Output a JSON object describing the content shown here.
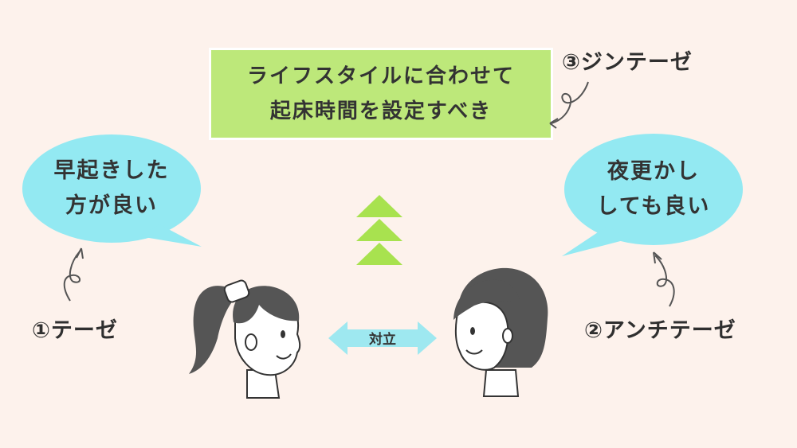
{
  "synthesis": {
    "line1": "ライフスタイルに合わせて",
    "line2": "起床時間を設定すべき",
    "label": "③ジンテーゼ"
  },
  "thesis": {
    "line1": "早起きした",
    "line2": "方が良い",
    "label": "①テーゼ"
  },
  "antithesis": {
    "line1": "夜更かし",
    "line2": "しても良い",
    "label": "②アンチテーゼ"
  },
  "conflict_label": "対立",
  "colors": {
    "background": "#fdf2ec",
    "synthesis_box": "#bde87a",
    "bubble": "#93e9f2",
    "arrow": "#9ee8f0",
    "chevrons": "#a8e24f",
    "hair": "#555555"
  }
}
